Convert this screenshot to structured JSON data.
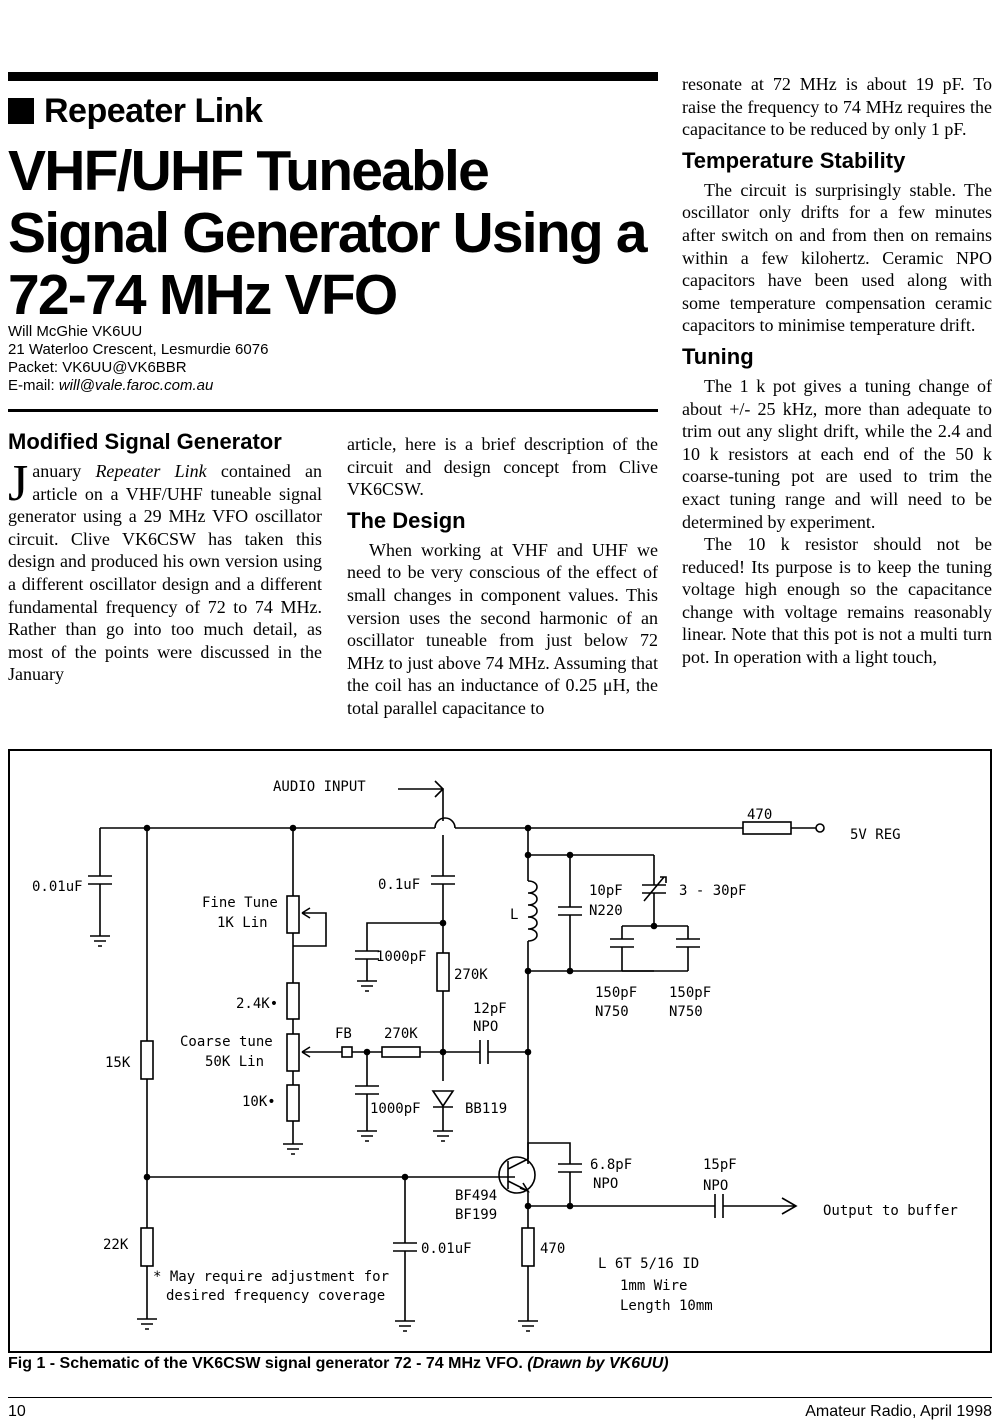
{
  "header": {
    "kicker": "Repeater Link",
    "title": "VHF/UHF Tuneable Signal Generator Using a 72-74 MHz VFO",
    "author": "Will McGhie VK6UU",
    "address": "21 Waterloo Crescent, Lesmurdie 6076",
    "packet": "Packet: VK6UU@VK6BBR",
    "email_label": "E-mail: ",
    "email": "will@vale.faroc.com.au"
  },
  "col1": {
    "heading": "Modified Signal Generator",
    "dropcap": "J",
    "p1_a": "anuary ",
    "p1_italic": "Repeater Link",
    "p1_b": " contained an article on a VHF/UHF tuneable signal generator using a 29 MHz VFO oscillator circuit. Clive VK6CSW has taken this design and produced his own version using a different oscillator design and a different fundamental frequency of 72 to 74 MHz. Rather than go into too much detail, as most of the points were discussed in the January"
  },
  "col2": {
    "p1": "article, here is a brief description of the circuit and design concept from Clive VK6CSW.",
    "heading": "The Design",
    "p2": "When working at VHF and UHF we need to be very conscious of the effect of small changes in component values. This version uses the second harmonic of an oscillator tuneable from just below 72 MHz to just above 74 MHz. Assuming that the coil has an inductance of 0.25 μH, the total parallel capacitance to"
  },
  "col3": {
    "p1": "resonate at 72 MHz is about 19 pF. To raise the frequency to 74 MHz requires the capacitance to be reduced by only 1 pF.",
    "heading1": "Temperature Stability",
    "p2": "The circuit is surprisingly stable. The oscillator only drifts for a few minutes after switch on and from then on remains within a few kilohertz. Ceramic NPO capacitors have been used along with some temperature compensation ceramic capacitors to minimise temperature drift.",
    "heading2": "Tuning",
    "p3": "The 1 k pot gives a tuning change of about +/- 25 kHz, more than adequate to trim out any slight drift, while the 2.4 and 10 k resistors at each end of the 50 k coarse-tuning pot are used to trim the exact tuning range and will need to be determined by experiment.",
    "p4": "The 10 k resistor should not be reduced! Its purpose is to keep the tuning voltage high enough so the capacitance change with voltage remains reasonably linear. Note that this pot is not a multi turn pot. In operation with a light touch,"
  },
  "schematic": {
    "audio_input": "AUDIO INPUT",
    "r470_top": "470",
    "supply": "5V REG",
    "c001_left": "0.01uF",
    "fine_tune": "Fine Tune",
    "fine_tune_val": "1K Lin",
    "c01": "0.1uF",
    "c1000_top": "1000pF",
    "r270k_v": "270K",
    "r24k": "2.4K•",
    "coarse_tune": "Coarse tune",
    "coarse_val": "50K Lin",
    "r15k": "15K",
    "r10k": "10K•",
    "fb": "FB",
    "r270k_h": "270K",
    "c12pf": "12pF",
    "c12pf_type": "NPO",
    "c1000_bot": "1000pF",
    "varicap": "BB119",
    "inductor": "L",
    "c10pf": "10pF",
    "c10pf_type": "N220",
    "trimmer": "3 - 30pF",
    "c150a": "150pF",
    "c150a_type": "N750",
    "c150b": "150pF",
    "c150b_type": "N750",
    "c68pf": "6.8pF",
    "c68pf_type": "NPO",
    "c15pf": "15pF",
    "c15pf_type": "NPO",
    "transistor1": "BF494",
    "transistor2": "BF199",
    "output": "Output to buffer",
    "r22k": "22K",
    "c001_mid": "0.01uF",
    "r470_bot": "470",
    "note1": "* May require adjustment for",
    "note2": "desired frequency coverage",
    "coil1": "L  6T 5/16 ID",
    "coil2": "1mm Wire",
    "coil3": "Length 10mm"
  },
  "caption": {
    "main": "Fig 1 - Schematic of the VK6CSW signal generator 72 - 74 MHz VFO.",
    "credit": "(Drawn by VK6UU)"
  },
  "footer": {
    "page": "10",
    "magazine": "Amateur Radio, April 1998"
  }
}
